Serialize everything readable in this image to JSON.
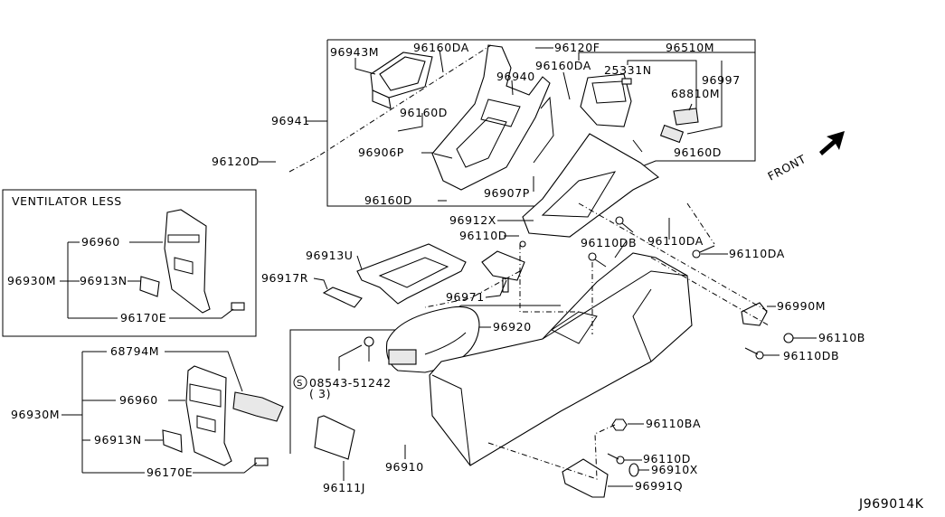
{
  "diagram": {
    "code": "J969014K",
    "front_label": "FRONT",
    "inset_title": "VENTILATOR LESS",
    "labels": {
      "p96943M": "96943M",
      "p96160DA_a": "96160DA",
      "p96120F": "96120F",
      "p96510M": "96510M",
      "p96160DA_b": "96160DA",
      "p96940": "96940",
      "p25331N": "25331N",
      "p96997": "96997",
      "p68810M": "68810M",
      "p96941": "96941",
      "p96160D_a": "96160D",
      "p96906P": "96906P",
      "p96160D_b": "96160D",
      "p96120D": "96120D",
      "p96160D_c": "96160D",
      "p96907P": "96907P",
      "p96912X": "96912X",
      "p96110D_a": "96110D",
      "p96110DB_a": "96110DB",
      "p96110DA_a": "96110DA",
      "p96110DA_b": "96110DA",
      "p96913U": "96913U",
      "p96917R": "96917R",
      "p96971": "96971",
      "p96990M": "96990M",
      "p96920": "96920",
      "p96110B": "96110B",
      "p96110DB_b": "96110DB",
      "s_symbol": "S",
      "p08543": "08543-51242",
      "p08543_qty": "( 3)",
      "p96110BA": "96110BA",
      "p96910": "96910",
      "p96110D_b": "96110D",
      "p96910X": "96910X",
      "p96991Q": "96991Q",
      "p96111J": "96111J",
      "inset_96960": "96960",
      "inset_96930M": "96930M",
      "inset_96913N": "96913N",
      "inset_96170E": "96170E",
      "b_68794M": "68794M",
      "b_96960": "96960",
      "b_96930M": "96930M",
      "b_96913N": "96913N",
      "b_96170E": "96170E"
    }
  }
}
